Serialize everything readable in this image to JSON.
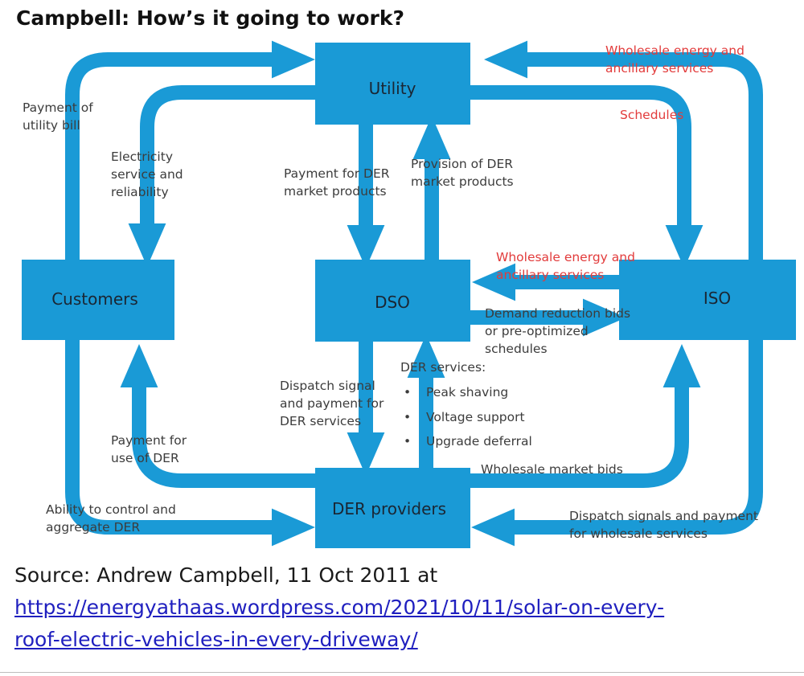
{
  "title": "Campbell: How’s it going to work?",
  "colors": {
    "flow_blue": "#1a9ad6",
    "annotation_red": "#e23b3b"
  },
  "nodes": {
    "utility": "Utility",
    "customers": "Customers",
    "dso": "DSO",
    "iso": "ISO",
    "der_providers": "DER providers"
  },
  "labels": {
    "payment_utility_bill": [
      "Payment of",
      "utility bill"
    ],
    "electricity_service": [
      "Electricity",
      "service and",
      "reliability"
    ],
    "payment_der_market": [
      "Payment for DER",
      "market products"
    ],
    "provision_der_market": [
      "Provision of DER",
      "market products"
    ],
    "wholesale_top": [
      "Wholesale energy and",
      "ancillary services"
    ],
    "schedules": "Schedules",
    "wholesale_mid": [
      "Wholesale energy and",
      "ancillary services"
    ],
    "demand_reduction": [
      "Demand reduction bids",
      "or pre-optimized",
      "schedules"
    ],
    "dispatch_der": [
      "Dispatch signal",
      "and payment for",
      "DER services"
    ],
    "der_services_heading": "DER services:",
    "der_services_items": [
      "Peak shaving",
      "Voltage support",
      "Upgrade deferral"
    ],
    "payment_use_der": [
      "Payment for",
      "use of DER"
    ],
    "wholesale_bids": "Wholesale market bids",
    "ability_control": [
      "Ability to control and",
      "aggregate DER"
    ],
    "dispatch_wholesale": [
      "Dispatch signals and payment",
      "for wholesale services"
    ]
  },
  "source": {
    "prefix": "Source: Andrew Campbell, 11 Oct 2011 at",
    "url": "https://energyathaas.wordpress.com/2021/10/11/solar-on-every-roof-electric-vehicles-in-every-driveway/"
  }
}
